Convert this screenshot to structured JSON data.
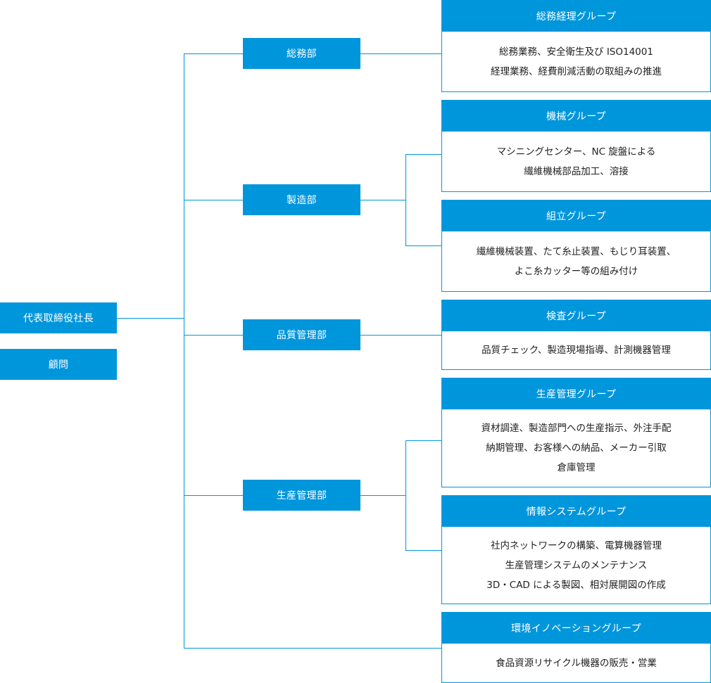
{
  "ceo": "代表取締役社長",
  "advisor": "顧問",
  "departments": [
    {
      "name": "総務部"
    },
    {
      "name": "製造部"
    },
    {
      "name": "品質管理部"
    },
    {
      "name": "生産管理部"
    }
  ],
  "groups": [
    {
      "title": "総務経理グループ",
      "lines": [
        "総務業務、安全衛生及び ISO14001",
        "経理業務、経費削減活動の取組みの推進"
      ]
    },
    {
      "title": "機械グループ",
      "lines": [
        "マシニングセンター、NC 旋盤による",
        "繊維機械部品加工、溶接"
      ]
    },
    {
      "title": "組立グループ",
      "lines": [
        "繊維機械装置、たて糸止装置、もじり耳装置、",
        "よこ糸カッター等の組み付け"
      ]
    },
    {
      "title": "検査グループ",
      "lines": [
        "品質チェック、製造現場指導、計測機器管理"
      ]
    },
    {
      "title": "生産管理グループ",
      "lines": [
        "資材調達、製造部門への生産指示、外注手配",
        "納期管理、お客様への納品、メーカー引取",
        "倉庫管理"
      ]
    },
    {
      "title": "情報システムグループ",
      "lines": [
        "社内ネットワークの構築、電算機器管理",
        "生産管理システムのメンテナンス",
        "3D・CAD による製図、相対展開図の作成"
      ]
    },
    {
      "title": "環境イノベーショングループ",
      "lines": [
        "食品資源リサイクル機器の販売・営業"
      ]
    }
  ]
}
